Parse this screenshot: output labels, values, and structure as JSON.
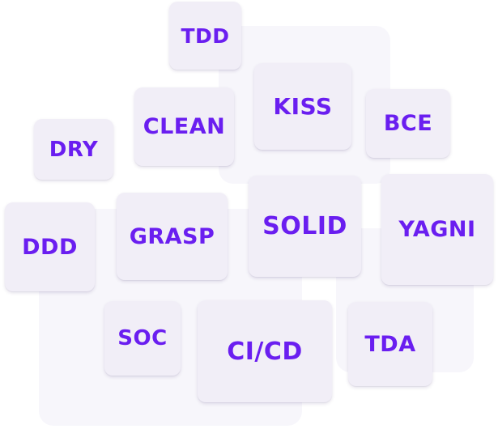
{
  "accent_color": "#6a1ef0",
  "tile_color": "#f1eef7",
  "tags": {
    "tdd": "TDD",
    "clean": "CLEAN",
    "kiss": "KISS",
    "bce": "BCE",
    "dry": "DRY",
    "ddd": "DDD",
    "grasp": "GRASP",
    "solid": "SOLID",
    "yagni": "YAGNI",
    "soc": "SOC",
    "cicd": "CI/CD",
    "tda": "TDA"
  }
}
